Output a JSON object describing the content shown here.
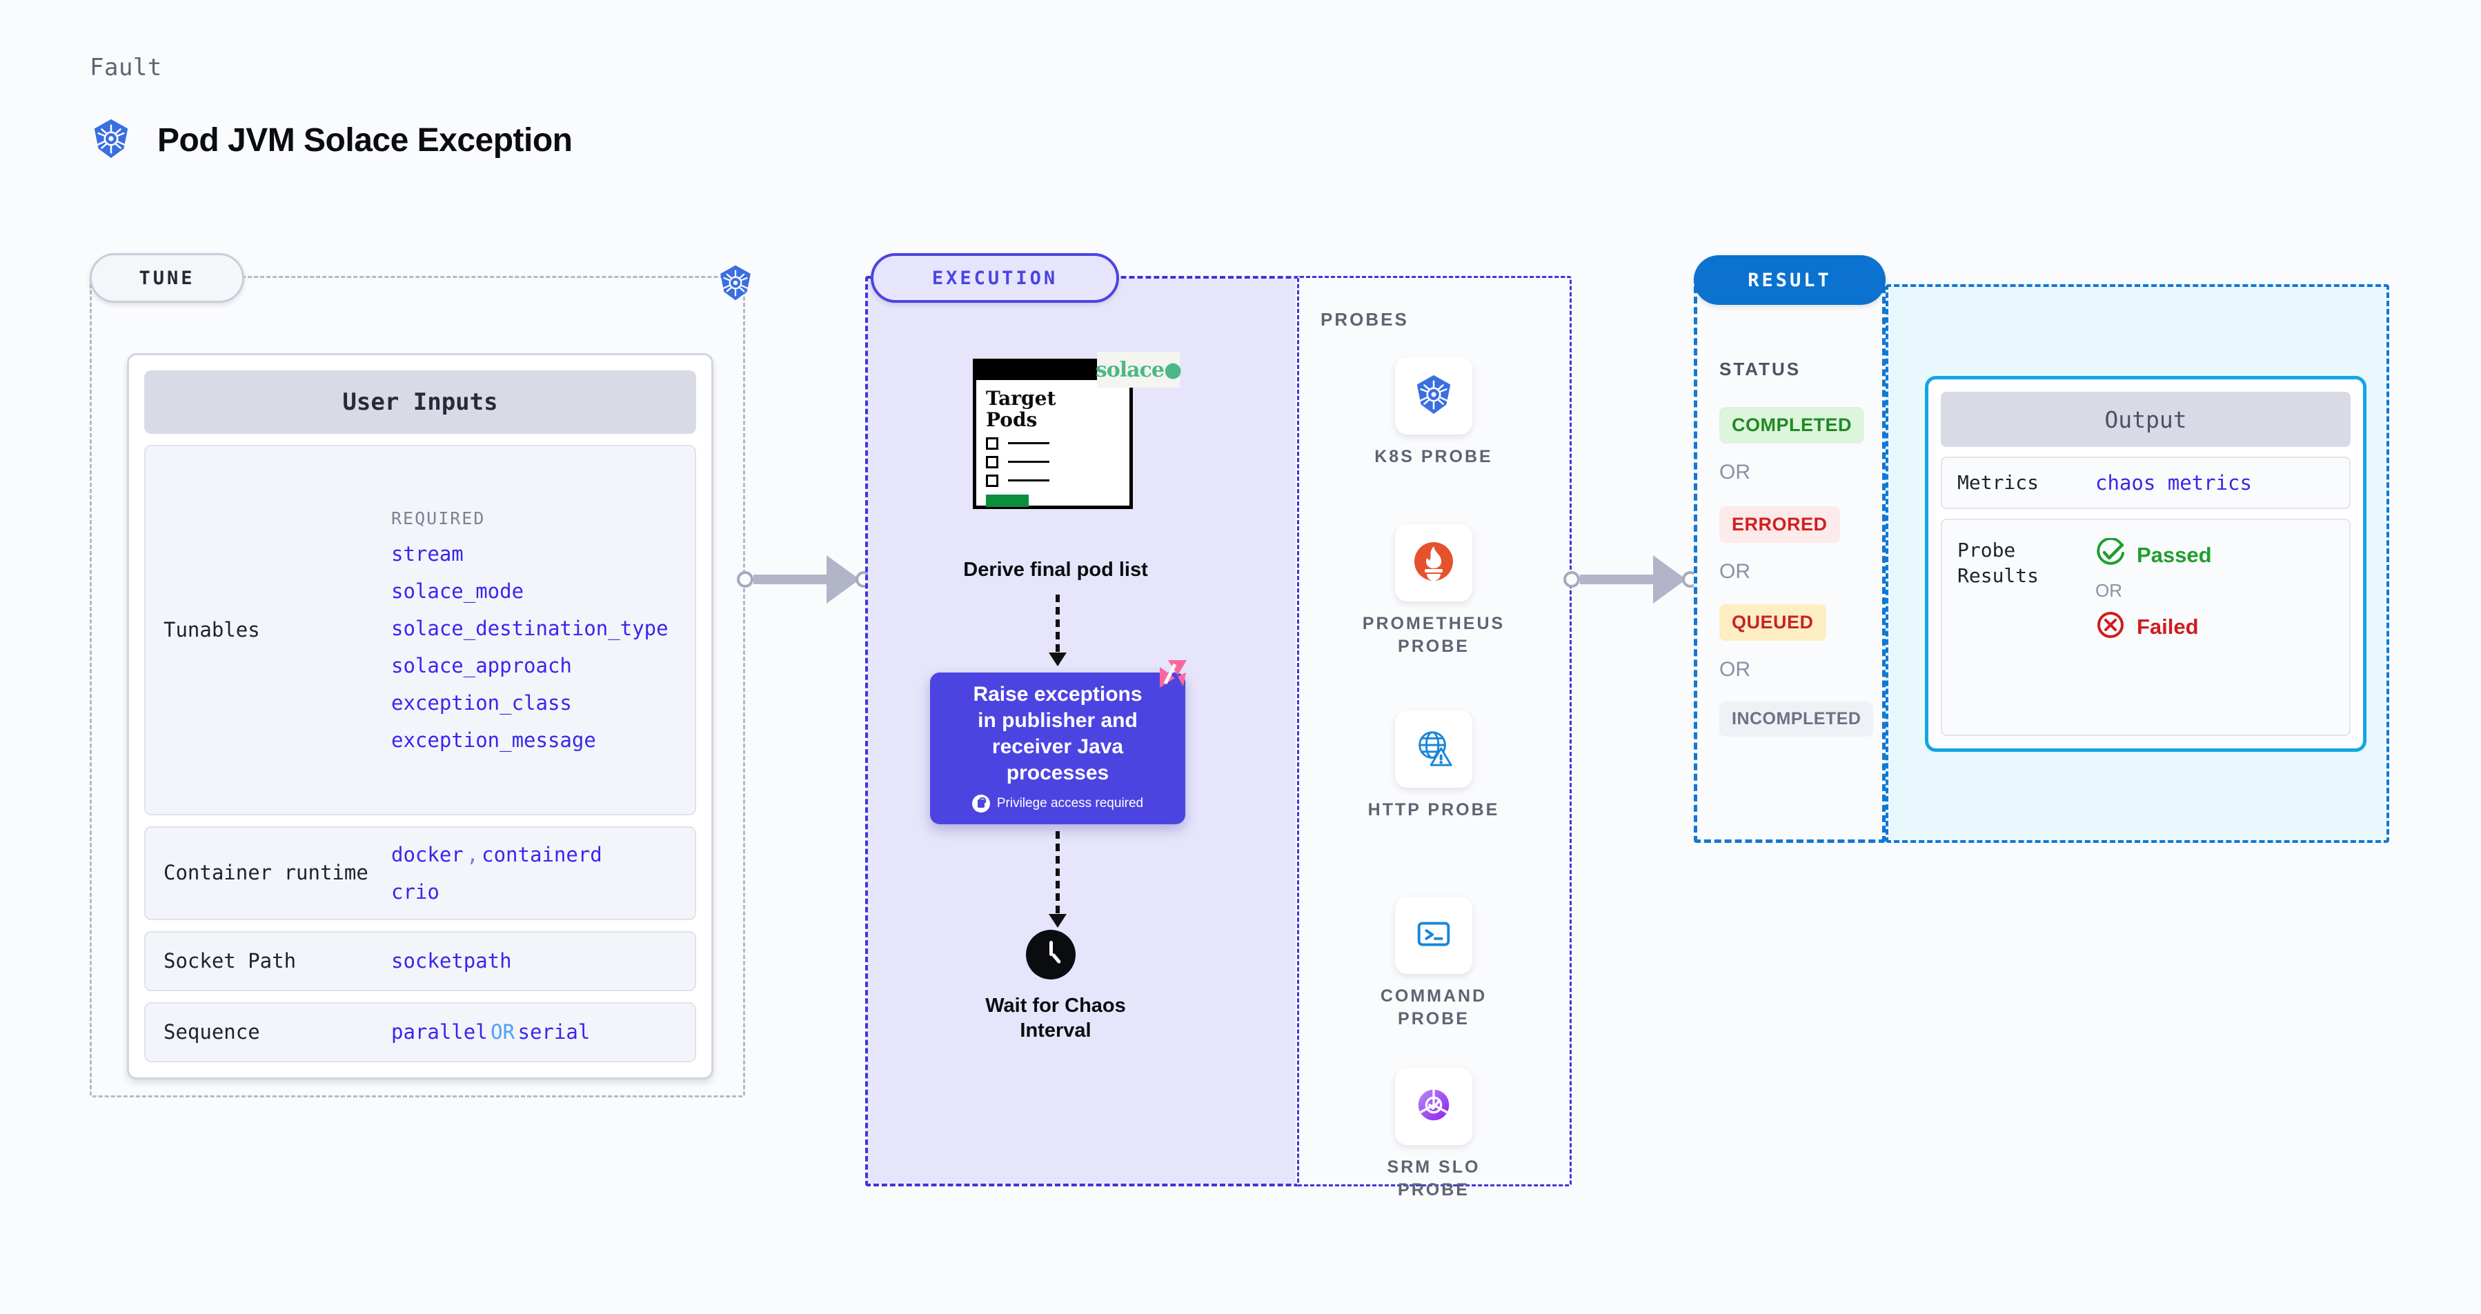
{
  "header": {
    "eyebrow": "Fault",
    "title": "Pod JVM Solace Exception",
    "icon": "kubernetes-icon"
  },
  "colors": {
    "accent_purple": "#4c44e0",
    "accent_blue": "#0b72cf",
    "tune_grey": "#b4bac9",
    "result_cyan": "#12a6e3",
    "mono_blue": "#3826ee",
    "chaos_pink": "#f9679e"
  },
  "tune": {
    "pill_label": "TUNE",
    "card_title": "User Inputs",
    "tunables": {
      "label": "Tunables",
      "required_heading": "REQUIRED",
      "items": [
        "stream",
        "solace_mode",
        "solace_destination_type",
        "solace_approach",
        "exception_class",
        "exception_message"
      ]
    },
    "rows": [
      {
        "label": "Container runtime",
        "values": [
          "docker",
          "containerd",
          "crio"
        ],
        "separator": ","
      },
      {
        "label": "Socket Path",
        "values": [
          "socketpath"
        ]
      },
      {
        "label": "Sequence",
        "values": [
          "parallel",
          "serial"
        ],
        "separator": "OR"
      }
    ]
  },
  "execution": {
    "pill_label": "EXECUTION",
    "target_card": {
      "title_line1": "Target",
      "title_line2": "Pods",
      "badge_text": "solace",
      "checkbox_count": 3
    },
    "caption_derive": "Derive final pod list",
    "action": {
      "text_line1": "Raise exceptions",
      "text_line2": "in publisher and",
      "text_line3": "receiver Java",
      "text_line4": "processes",
      "privilege_note": "Privilege access required",
      "privilege_icon": "lock-icon",
      "corner_icon": "chaos-mark-icon"
    },
    "wait": {
      "icon": "clock-icon",
      "caption_line1": "Wait for Chaos",
      "caption_line2": "Interval"
    }
  },
  "probes": {
    "title": "PROBES",
    "items": [
      {
        "label": "K8S PROBE",
        "icon": "kubernetes-icon"
      },
      {
        "label": "PROMETHEUS PROBE",
        "icon": "prometheus-icon"
      },
      {
        "label": "HTTP PROBE",
        "icon": "globe-warning-icon"
      },
      {
        "label": "COMMAND PROBE",
        "icon": "terminal-icon"
      },
      {
        "label": "SRM SLO PROBE",
        "icon": "slo-donut-icon"
      }
    ]
  },
  "result": {
    "pill_label": "RESULT",
    "status": {
      "title": "STATUS",
      "or_label": "OR",
      "badges": [
        {
          "label": "COMPLETED",
          "bg": "#ddf4dd",
          "fg": "#1f8a22"
        },
        {
          "label": "ERRORED",
          "bg": "#fdeaea",
          "fg": "#cf2121"
        },
        {
          "label": "QUEUED",
          "bg": "#fdeec3",
          "fg": "#c72525"
        },
        {
          "label": "INCOMPLETED",
          "bg": "#f0f1f6",
          "fg": "#6b7186"
        }
      ]
    },
    "output": {
      "title": "Output",
      "metrics": {
        "label": "Metrics",
        "value": "chaos metrics"
      },
      "probe_results": {
        "label": "Probe Results",
        "or_label": "OR",
        "passed": {
          "label": "Passed",
          "icon": "check-circle-icon"
        },
        "failed": {
          "label": "Failed",
          "icon": "x-circle-icon"
        }
      }
    }
  }
}
